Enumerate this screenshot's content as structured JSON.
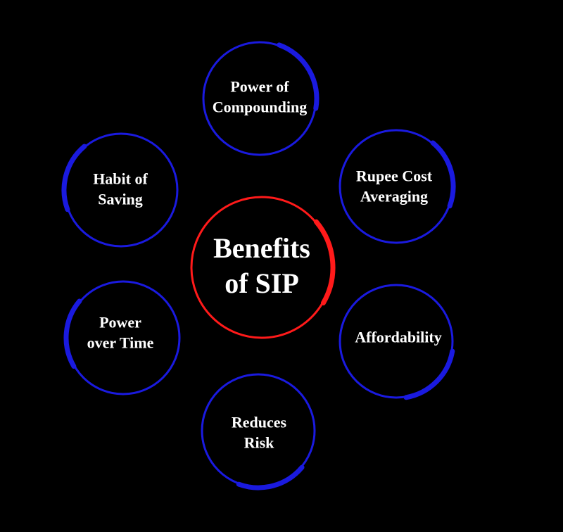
{
  "center": {
    "line1": "Benefits",
    "line2": "of SIP",
    "color": "#ff1a1a"
  },
  "benefits": [
    {
      "line1": "Power of",
      "line2": "Compounding"
    },
    {
      "line1": "Rupee Cost",
      "line2": "Averaging"
    },
    {
      "line1": "Affordability",
      "line2": ""
    },
    {
      "line1": "Reduces",
      "line2": "Risk"
    },
    {
      "line1": "Power",
      "line2": "over Time"
    },
    {
      "line1": "Habit of",
      "line2": "Saving"
    }
  ],
  "colors": {
    "satellite": "#1a1adf",
    "background": "#000000"
  }
}
